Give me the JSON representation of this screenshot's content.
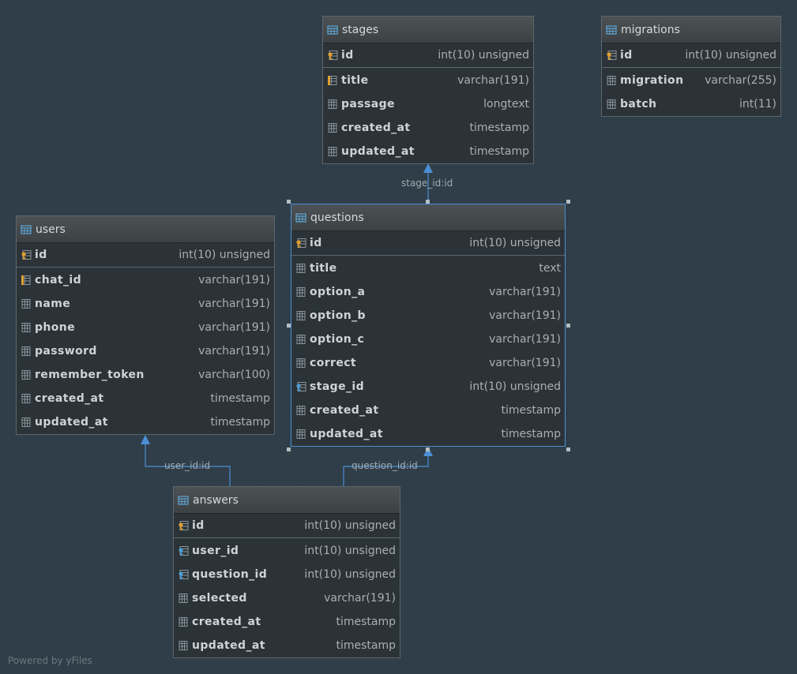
{
  "tables": {
    "stages": {
      "name": "stages",
      "columns": [
        {
          "name": "id",
          "type": "int(10) unsigned",
          "icon": "primary-key-icon"
        },
        {
          "name": "title",
          "type": "varchar(191)",
          "icon": "unique-column-icon"
        },
        {
          "name": "passage",
          "type": "longtext",
          "icon": "column-icon"
        },
        {
          "name": "created_at",
          "type": "timestamp",
          "icon": "column-icon"
        },
        {
          "name": "updated_at",
          "type": "timestamp",
          "icon": "column-icon"
        }
      ]
    },
    "migrations": {
      "name": "migrations",
      "columns": [
        {
          "name": "id",
          "type": "int(10) unsigned",
          "icon": "primary-key-icon"
        },
        {
          "name": "migration",
          "type": "varchar(255)",
          "icon": "column-icon"
        },
        {
          "name": "batch",
          "type": "int(11)",
          "icon": "column-icon"
        }
      ]
    },
    "users": {
      "name": "users",
      "columns": [
        {
          "name": "id",
          "type": "int(10) unsigned",
          "icon": "primary-key-icon"
        },
        {
          "name": "chat_id",
          "type": "varchar(191)",
          "icon": "unique-column-icon"
        },
        {
          "name": "name",
          "type": "varchar(191)",
          "icon": "column-icon"
        },
        {
          "name": "phone",
          "type": "varchar(191)",
          "icon": "column-icon"
        },
        {
          "name": "password",
          "type": "varchar(191)",
          "icon": "column-icon"
        },
        {
          "name": "remember_token",
          "type": "varchar(100)",
          "icon": "column-icon"
        },
        {
          "name": "created_at",
          "type": "timestamp",
          "icon": "column-icon"
        },
        {
          "name": "updated_at",
          "type": "timestamp",
          "icon": "column-icon"
        }
      ]
    },
    "questions": {
      "name": "questions",
      "columns": [
        {
          "name": "id",
          "type": "int(10) unsigned",
          "icon": "primary-key-icon"
        },
        {
          "name": "title",
          "type": "text",
          "icon": "column-icon"
        },
        {
          "name": "option_a",
          "type": "varchar(191)",
          "icon": "column-icon"
        },
        {
          "name": "option_b",
          "type": "varchar(191)",
          "icon": "column-icon"
        },
        {
          "name": "option_c",
          "type": "varchar(191)",
          "icon": "column-icon"
        },
        {
          "name": "correct",
          "type": "varchar(191)",
          "icon": "column-icon"
        },
        {
          "name": "stage_id",
          "type": "int(10) unsigned",
          "icon": "foreign-key-icon"
        },
        {
          "name": "created_at",
          "type": "timestamp",
          "icon": "column-icon"
        },
        {
          "name": "updated_at",
          "type": "timestamp",
          "icon": "column-icon"
        }
      ]
    },
    "answers": {
      "name": "answers",
      "columns": [
        {
          "name": "id",
          "type": "int(10) unsigned",
          "icon": "primary-key-icon"
        },
        {
          "name": "user_id",
          "type": "int(10) unsigned",
          "icon": "foreign-key-icon"
        },
        {
          "name": "question_id",
          "type": "int(10) unsigned",
          "icon": "foreign-key-icon"
        },
        {
          "name": "selected",
          "type": "varchar(191)",
          "icon": "column-icon"
        },
        {
          "name": "created_at",
          "type": "timestamp",
          "icon": "column-icon"
        },
        {
          "name": "updated_at",
          "type": "timestamp",
          "icon": "column-icon"
        }
      ]
    }
  },
  "relations": {
    "questions_stages": "stage_id:id",
    "answers_users": "user_id:id",
    "answers_questions": "question_id:id"
  },
  "footer": "Powered by yFiles",
  "colors": {
    "background": "#2f3e48",
    "edge": "#4d8fd6",
    "primary_key": "#e0a030",
    "foreign_key": "#4d9fd6"
  }
}
